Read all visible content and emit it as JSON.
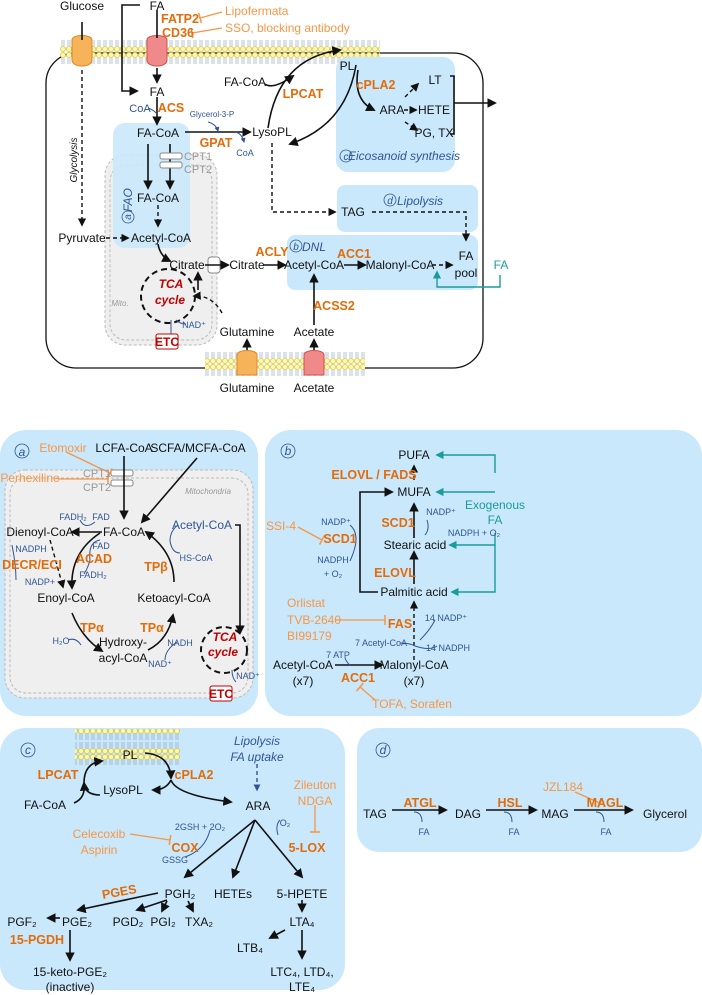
{
  "colors": {
    "enzyme": "#e36c0a",
    "inhibitor": "#f79646",
    "cofactor": "#2f5597",
    "exogenous": "#1a9c9c",
    "tca": "#c00000",
    "panel": "#c9e8fb",
    "mito": "#efefef"
  },
  "overview": {
    "glucose": "Glucose",
    "fa_top": "FA",
    "fatp2": "FATP2",
    "cd36": "CD36",
    "lipofermata": "Lipofermata",
    "sso": "SSO, blocking antibody",
    "fa": "FA",
    "coa": "CoA",
    "acs": "ACS",
    "fa_coa": "FA-CoA",
    "cpt1": "CPT1",
    "cpt2": "CPT2",
    "fa_coa2": "FA-CoA",
    "fao": "FAO",
    "fao_letter": "a",
    "acetyl_coa": "Acetyl-CoA",
    "pyruvate": "Pyruvate",
    "glycolysis": "Glycolysis",
    "citrate_mito": "Citrate",
    "tca1": "TCA",
    "tca2": "cycle",
    "mito": "Mito.",
    "nad": "NAD⁺",
    "etc": "ETC",
    "glutamine": "Glutamine",
    "acetate": "Acetate",
    "glutamine_out": "Glutamine",
    "acetate_out": "Acetate",
    "citrate": "Citrate",
    "acly": "ACLY",
    "dnl_letter": "b",
    "dnl": "DNL",
    "acetyl_coa_dnl": "Acetyl-CoA",
    "acc1": "ACC1",
    "malonyl_coa": "Malonyl-CoA",
    "fa_pool1": "FA",
    "fa_pool2": "pool",
    "fa_exo": "FA",
    "acss2": "ACSS2",
    "glycerol3p": "Glycerol-3-P",
    "gpat": "GPAT",
    "coa2": "CoA",
    "lysopl": "LysoPL",
    "fa_coa_lpcat": "FA-CoA",
    "lpcat": "LPCAT",
    "pl": "PL",
    "cpla2": "cPLA2",
    "lt": "LT",
    "ara": "ARA",
    "hete": "HETE",
    "pgtx": "PG, TX",
    "eico_letter": "c",
    "eico": "Eicosanoid synthesis",
    "tag": "TAG",
    "lipo_letter": "d",
    "lipolysis": "Lipolysis"
  },
  "panel_a": {
    "letter": "a",
    "etomoxir": "Etomoxir",
    "lcfa": "LCFA-CoA",
    "scfa": "SCFA/MCFA-CoA",
    "perhexiline": "Perhexiline",
    "cpt1": "CPT1",
    "cpt2": "CPT2",
    "mitochondria": "Mitochondria",
    "fadh2_1": "FADH₂",
    "fad_1": "FAD",
    "dienoyl": "Dienoyl-CoA",
    "fa_coa": "FA-CoA",
    "acetyl_coa": "Acetyl-CoA",
    "nadph": "NADPH",
    "fad_2": "FAD",
    "acad": "ACAD",
    "decr": "DECR/ECI",
    "hscoa": "HS-CoA",
    "tpb": "TPβ",
    "fadh2_2": "FADH₂",
    "nadp": "NADP+",
    "enoyl": "Enoyl-CoA",
    "ketoacyl": "Ketoacyl-CoA",
    "tpa1": "TPα",
    "tpa2": "TPα",
    "h2o": "H₂O",
    "hydroxy1": "Hydroxy-",
    "hydroxy2": "acyl-CoA",
    "nadh": "NADH",
    "nad1": "NAD⁺",
    "tca1": "TCA",
    "tca2": "cycle",
    "nad2": "NAD⁺",
    "etc": "ETC"
  },
  "panel_b": {
    "letter": "b",
    "pufa": "PUFA",
    "elovl_fads": "ELOVL / FADS",
    "mufa": "MUFA",
    "exo1": "Exogenous",
    "exo2": "FA",
    "nadp1": "NADP⁺",
    "scd1_r": "SCD1",
    "nadp2": "NADP⁺",
    "ssi4": "SSI-4",
    "scd1_l": "SCD1",
    "nadph_o2": "NADPH + O₂",
    "stearic": "Stearic acid",
    "nadph": "NADPH",
    "o2": "+ O₂",
    "elovl": "ELOVL",
    "palmitic": "Palmitic acid",
    "orlistat": "Orlistat",
    "tvb": "TVB-2640",
    "bi": "BI99179",
    "fas": "FAS",
    "nadp14": "14 NADP⁺",
    "acetyl7": "7 Acetyl-CoA",
    "nadph14": "14 NADPH",
    "atp7": "7 ATP",
    "acetyl_coa": "Acetyl-CoA",
    "x7a": "(x7)",
    "malonyl": "Malonyl-CoA",
    "acc1": "ACC1",
    "x7b": "(x7)",
    "tofa": "TOFA, Sorafen"
  },
  "panel_c": {
    "letter": "c",
    "pl": "PL",
    "lipolysis": "Lipolysis",
    "fa_uptake": "FA uptake",
    "lpcat": "LPCAT",
    "cpla2": "cPLA2",
    "lysopl": "LysoPL",
    "fa_coa": "FA-CoA",
    "ara": "ARA",
    "zileuton": "Zileuton",
    "ndga": "NDGA",
    "o2": "O₂",
    "gsh": "2GSH + 2O₂",
    "celecoxib": "Celecoxib",
    "aspirin": "Aspirin",
    "cox": "COX",
    "lox": "5-LOX",
    "gssg": "GSSG",
    "pges": "PGES",
    "pgh2": "PGH₂",
    "hetes": "HETEs",
    "hpete": "5-HPETE",
    "pgf2": "PGF₂",
    "pge2": "PGE₂",
    "pgd2": "PGD₂",
    "pgi2": "PGI₂",
    "txa2": "TXA₂",
    "lta4": "LTA₄",
    "pgdh": "15-PGDH",
    "ltb4": "LTB₄",
    "keto1": "15-keto-PGE₂",
    "keto2": "(inactive)",
    "ltc1": "LTC₄, LTD₄,",
    "ltc2": "LTE₄"
  },
  "panel_d": {
    "letter": "d",
    "tag": "TAG",
    "atgl": "ATGL",
    "fa1": "FA",
    "dag": "DAG",
    "hsl": "HSL",
    "fa2": "FA",
    "mag": "MAG",
    "jzl": "JZL184",
    "magl": "MAGL",
    "fa3": "FA",
    "glycerol": "Glycerol"
  }
}
